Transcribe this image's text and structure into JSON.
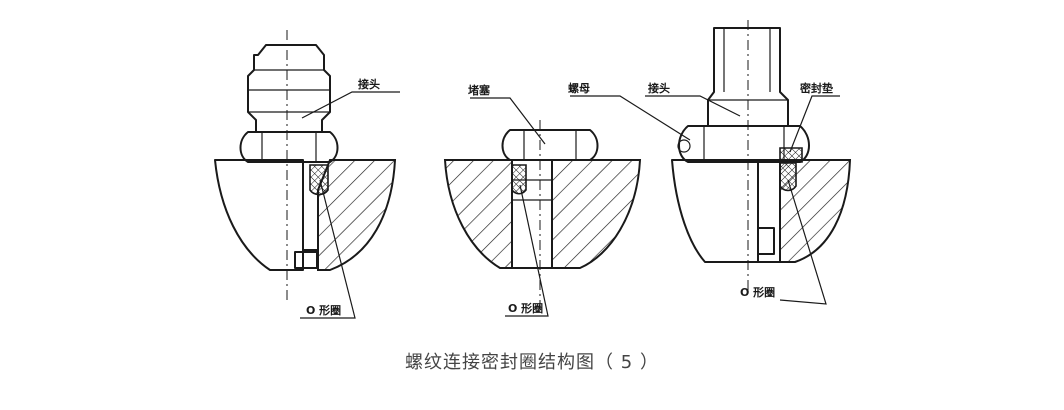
{
  "labels": {
    "fitting_1": "接头",
    "plug": "堵塞",
    "nut": "螺母",
    "fitting_2": "接头",
    "gasket": "密封垫",
    "oring_1": "O 形圈",
    "oring_2": "O 形圈",
    "oring_3": "O 形圈"
  },
  "caption": "螺纹连接密封圈结构图（ 5 ）",
  "colors": {
    "line": "#1a1a1a",
    "caption": "#444444"
  }
}
